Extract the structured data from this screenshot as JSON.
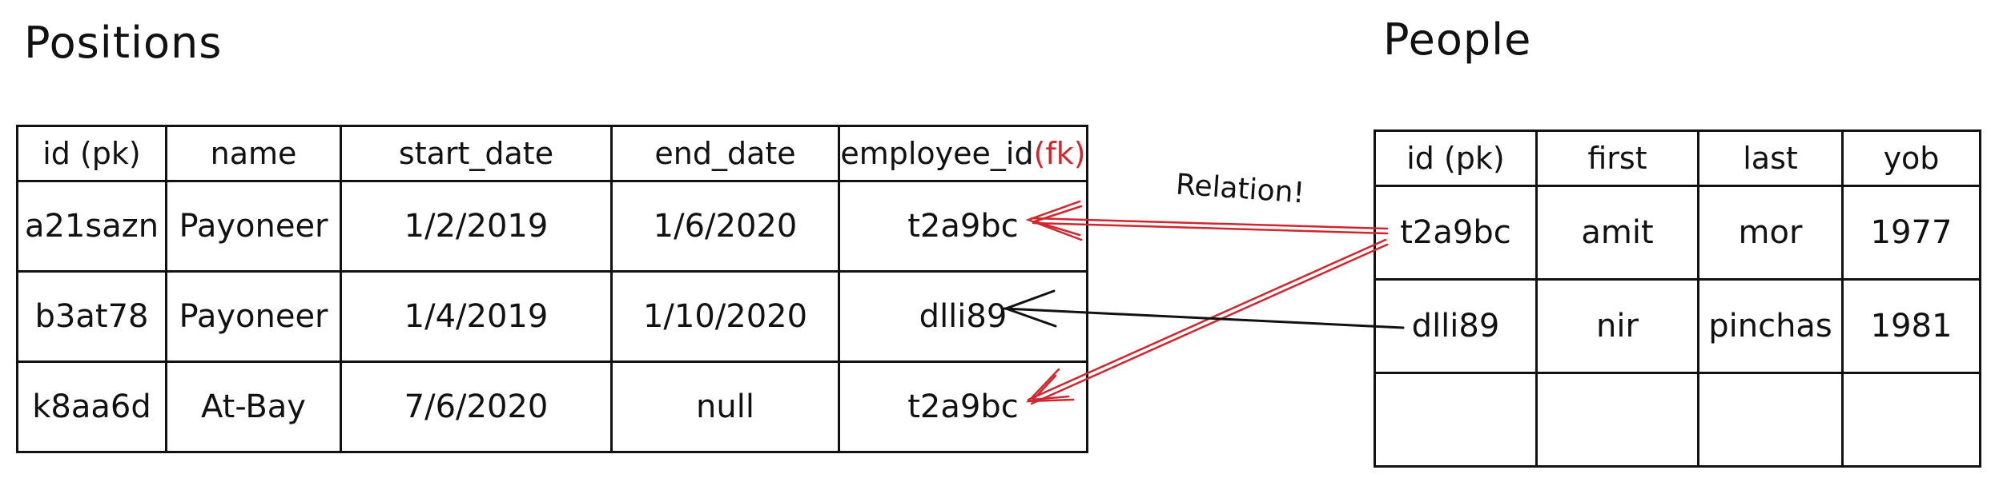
{
  "positions": {
    "title": "Positions",
    "columns": [
      "id (pk)",
      "name",
      "start_date",
      "end_date",
      "employee_id"
    ],
    "fk_marker": "(fk)",
    "rows": [
      [
        "a21sazn",
        "Payoneer",
        "1/2/2019",
        "1/6/2020",
        "t2a9bc"
      ],
      [
        "b3at78",
        "Payoneer",
        "1/4/2019",
        "1/10/2020",
        "dlli89"
      ],
      [
        "k8aa6d",
        "At-Bay",
        "7/6/2020",
        "null",
        "t2a9bc"
      ]
    ]
  },
  "people": {
    "title": "People",
    "columns": [
      "id (pk)",
      "first",
      "last",
      "yob"
    ],
    "rows": [
      [
        "t2a9bc",
        "amit",
        "mor",
        "1977"
      ],
      [
        "dlli89",
        "nir",
        "pinchas",
        "1981"
      ],
      [
        "",
        "",
        "",
        ""
      ]
    ]
  },
  "relation_label": "Relation!",
  "colors": {
    "relation_red": "#d0262e",
    "ink": "#111111"
  }
}
